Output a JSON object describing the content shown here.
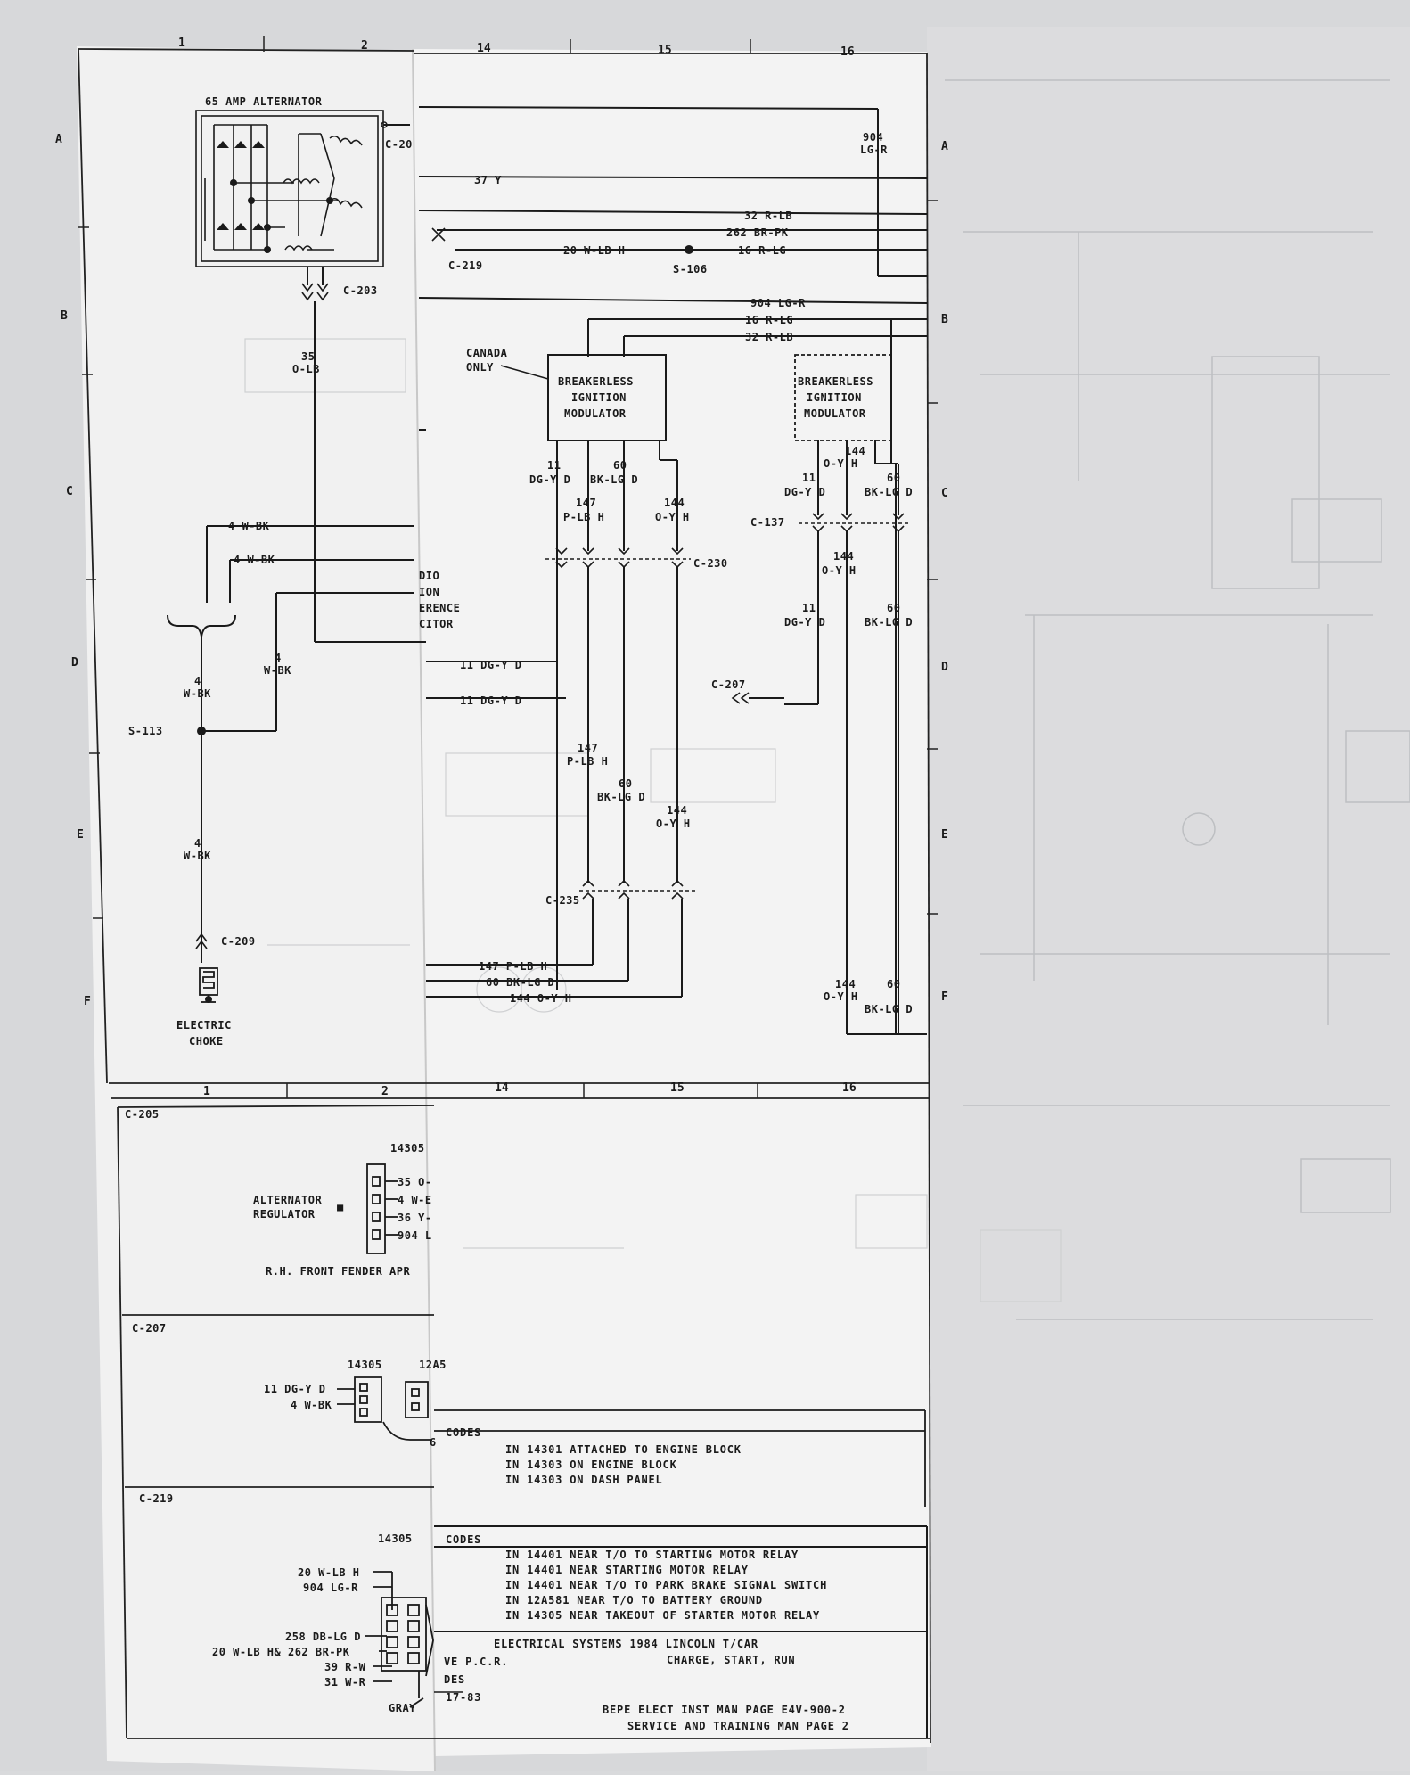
{
  "grid": {
    "columns_top": [
      "1",
      "2",
      "14",
      "15",
      "16"
    ],
    "columns_mid": [
      "1",
      "2",
      "14",
      "15",
      "16"
    ],
    "rows": [
      "A",
      "B",
      "C",
      "D",
      "E",
      "F"
    ]
  },
  "components": {
    "alternator": "65 AMP ALTERNATOR",
    "modulator_left": [
      "BREAKERLESS",
      "IGNITION",
      "MODULATOR"
    ],
    "modulator_right": [
      "BREAKERLESS",
      "IGNITION",
      "MODULATOR"
    ],
    "canada_only": [
      "CANADA",
      "ONLY"
    ],
    "electric_choke": [
      "ELECTRIC",
      "CHOKE"
    ],
    "suppression_capacitor": [
      "DIO",
      "ION",
      "ERENCE",
      "CITOR"
    ]
  },
  "connectors": {
    "c20x": "C-20",
    "c203": "C-203",
    "c219": "C-219",
    "s106": "S-106",
    "c137": "C-137",
    "c230": "C-230",
    "c207": "C-207",
    "s113": "S-113",
    "c235": "C-235",
    "c209": "C-209"
  },
  "wires": {
    "w904_lgr_stack": [
      "904",
      "LG-R"
    ],
    "w37y": "37 Y",
    "w32rlb_a": "32 R-LB",
    "w262brpk": "262 BR-PK",
    "w20wlbh": "20 W-LB H",
    "w16rlg_a": "16 R-LG",
    "w904lgr_b": "904 LG-R",
    "w16rlg_b": "16 R-LG",
    "w32rlb_b": "32 R-LB",
    "w35olb": [
      "35",
      "O-LB"
    ],
    "w11dgy_mod": [
      "11",
      "DG-Y D"
    ],
    "w60bklg_mod": [
      "60",
      "BK-LG D"
    ],
    "w147plb_mod": [
      "147",
      "P-LB H"
    ],
    "w144oy_mod": [
      "144",
      "O-Y H"
    ],
    "w144oy_r1": [
      "144",
      "O-Y H"
    ],
    "w11dgy_r1": [
      "11",
      "DG-Y D"
    ],
    "w60bklg_r1": [
      "60",
      "BK-LG D"
    ],
    "w144oy_r2": [
      "144",
      "O-Y H"
    ],
    "w11dgy_r2": [
      "11",
      "DG-Y D"
    ],
    "w60bklg_r2": [
      "60",
      "BK-LG D"
    ],
    "w4wbk_1": "4 W-BK",
    "w4wbk_2": "4 W-BK",
    "w4wbk_3": [
      "4",
      "W-BK"
    ],
    "w4wbk_4": [
      "4",
      "W-BK"
    ],
    "w4wbk_5": [
      "4",
      "W-BK"
    ],
    "w11dgy_d1": "11 DG-Y D",
    "w11dgy_d2": "11 DG-Y D",
    "w147plb_e": [
      "147",
      "P-LB H"
    ],
    "w60bklg_e": [
      "60",
      "BK-LG D"
    ],
    "w144oy_e": [
      "144",
      "O-Y H"
    ],
    "w147plb_f": "147 P-LB H",
    "w60bklg_f": "60 BK-LG D",
    "w144oy_f": "144 O-Y H",
    "w144oy_rf": [
      "144",
      "O-Y H"
    ],
    "w60bklg_rf": [
      "60",
      "BK-LG D"
    ]
  },
  "lower": {
    "c205_title": "C-205",
    "c205_part": "14305",
    "c205_pins": [
      "35 O-",
      "4 W-E",
      "36 Y-",
      "904 L"
    ],
    "alt_regulator": [
      "ALTERNATOR",
      "REGULATOR"
    ],
    "fender_note": "R.H. FRONT FENDER APR",
    "c207_title": "C-207",
    "c207_part_a": "14305",
    "c207_part_b": "12A5",
    "c207_pins": [
      "11 DG-Y D",
      "4 W-BK"
    ],
    "c207_num": "6",
    "codes1_title": "CODES",
    "codes1_lines": [
      "IN 14301 ATTACHED TO ENGINE BLOCK",
      "IN 14303 ON ENGINE BLOCK",
      "IN 14303 ON DASH PANEL"
    ],
    "c219_title": "C-219",
    "c219_part": "14305",
    "c219_pins": [
      "20 W-LB H",
      "904 LG-R",
      "258 DB-LG D",
      "20 W-LB H& 262 BR-PK",
      "39 R-W",
      "31 W-R"
    ],
    "c219_gray": "GRAY",
    "codes2_title": "CODES",
    "codes2_lines": [
      "IN 14401 NEAR T/O TO STARTING MOTOR RELAY",
      "IN 14401 NEAR STARTING MOTOR RELAY",
      "IN 14401 NEAR T/O TO PARK BRAKE SIGNAL SWITCH",
      "IN 12A581 NEAR T/O TO BATTERY GROUND",
      "IN 14305 NEAR TAKEOUT OF STARTER MOTOR RELAY"
    ],
    "title_block": {
      "line1": "ELECTRICAL SYSTEMS 1984 LINCOLN T/CAR",
      "line2": "CHARGE, START, RUN",
      "frag1": "VE P.C.R.",
      "frag2": "DES",
      "frag3": "17-83",
      "ref1": "BEPE ELECT INST MAN PAGE E4V-900-2",
      "ref2": "SERVICE AND TRAINING MAN PAGE 2"
    }
  }
}
